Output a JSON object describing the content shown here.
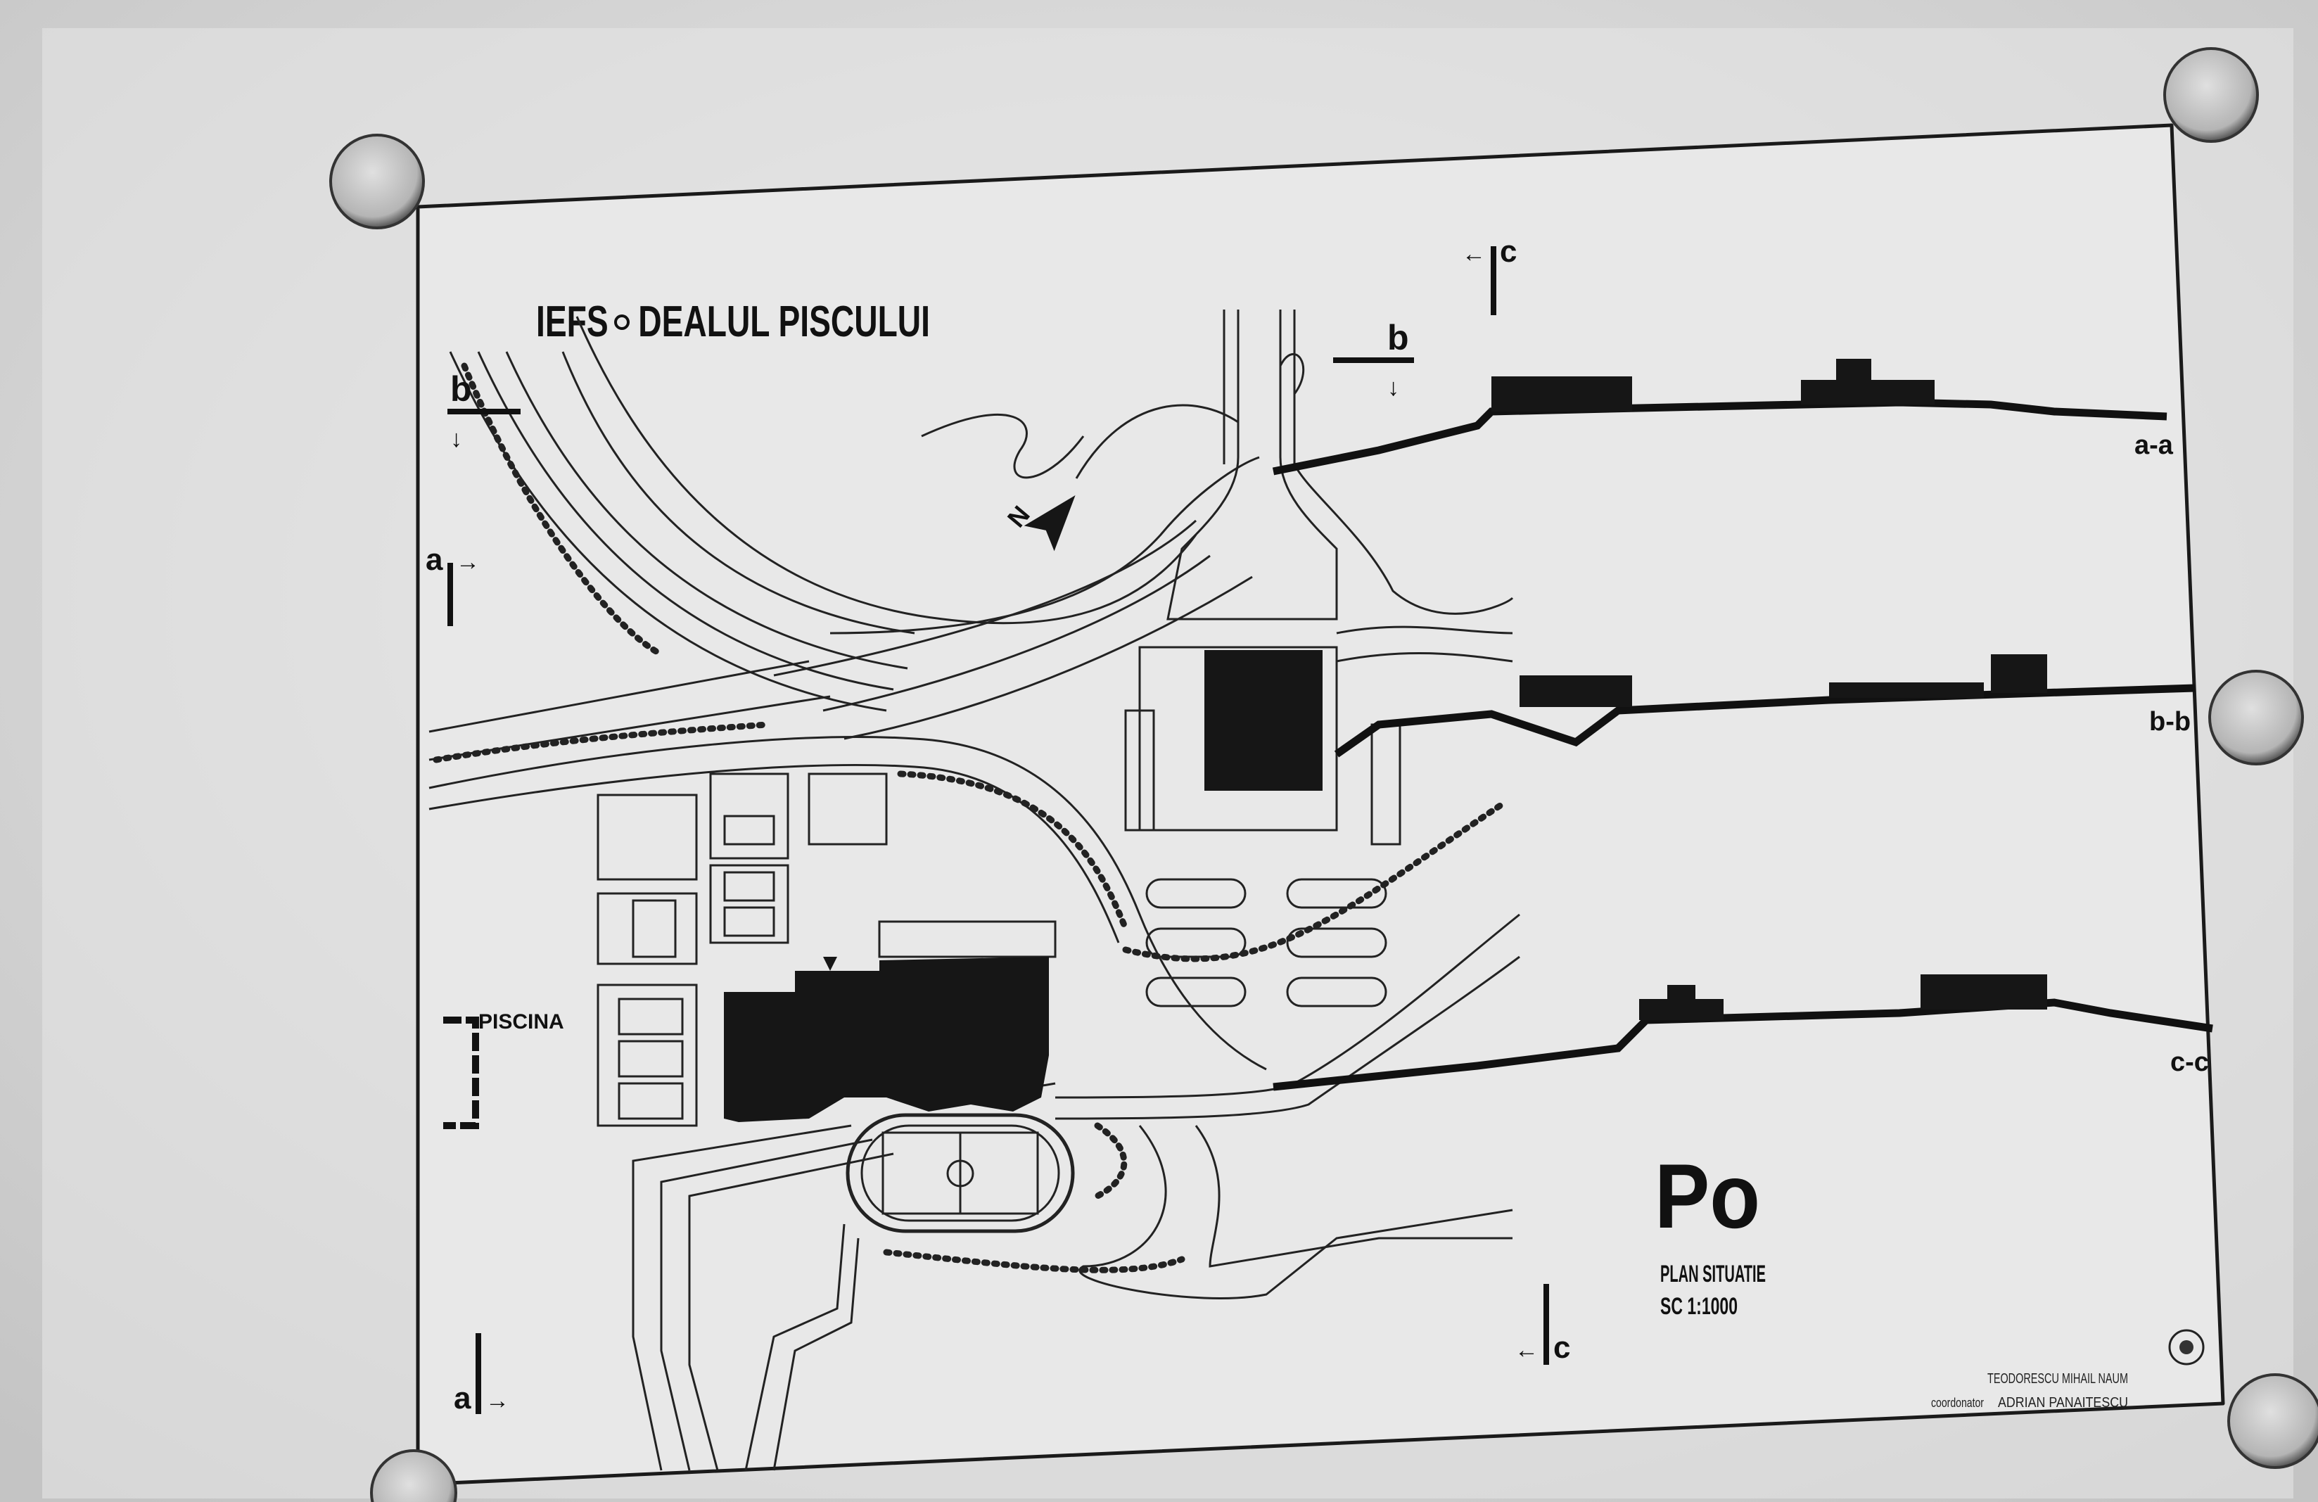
{
  "title": {
    "prefix": "IEFS",
    "name": "DEALUL PISCULUI"
  },
  "markers": {
    "b_left": "b",
    "a_left": "a",
    "c_top": "c",
    "b_top": "b",
    "c_bottom": "c",
    "a_bottom": "a",
    "north": "N"
  },
  "sections": {
    "aa": "a-a",
    "bb": "b-b",
    "cc": "c-c"
  },
  "labels": {
    "pool": "PISCINA"
  },
  "legend": {
    "code": "Po",
    "plan": "PLAN SITUATIE",
    "scale": "SC 1:1000"
  },
  "credits": {
    "authors": "TEODORESCU  MIHAIL  NAUM",
    "coord_label": "coordonator",
    "coordinator": "ADRIAN   PANAITESCU"
  },
  "colors": {
    "paper": "#e6e6e6",
    "ink": "#161616",
    "background": "#d2d2d2"
  }
}
